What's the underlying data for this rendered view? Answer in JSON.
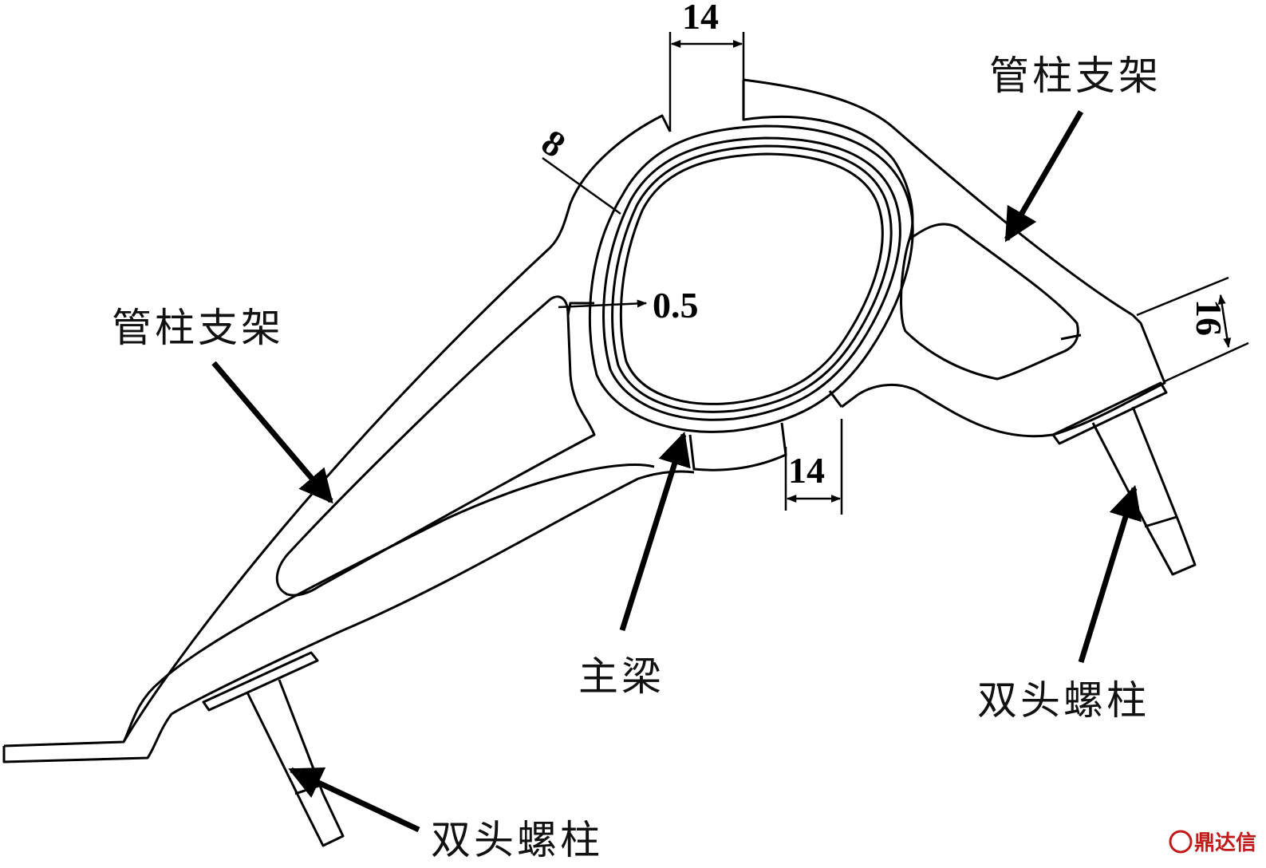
{
  "labels": {
    "bracket_left": "管柱支架",
    "bracket_right": "管柱支架",
    "main_beam": "主梁",
    "stud_left": "双头螺柱",
    "stud_right": "双头螺柱"
  },
  "dimensions": {
    "top_width": "14",
    "bottom_width": "14",
    "right_height": "16",
    "wall_thickness": "8",
    "gap": "0.5"
  },
  "watermark": {
    "text": "鼎达信",
    "color": "#c21a1a"
  },
  "colors": {
    "stroke": "#000000",
    "background": "#ffffff"
  }
}
